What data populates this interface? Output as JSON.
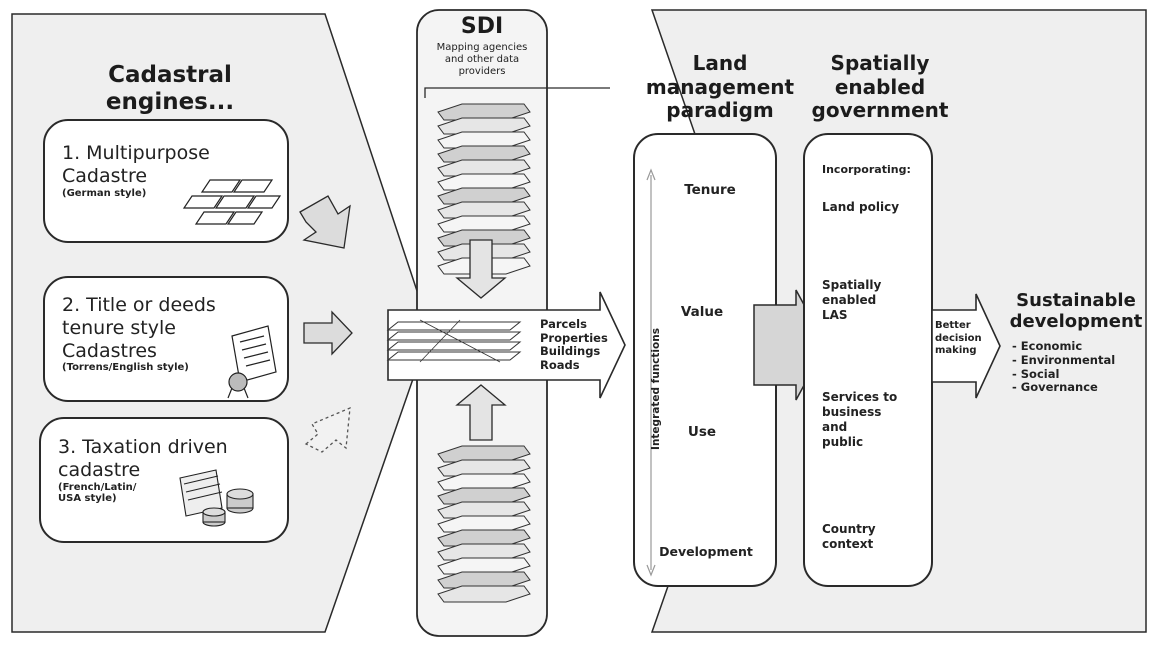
{
  "cadastral_engines": {
    "heading_line1": "Cadastral",
    "heading_line2": "engines...",
    "items": [
      {
        "title_line1": "1. Multipurpose",
        "title_line2": "Cadastre",
        "note": "(German style)"
      },
      {
        "title_line1": "2. Title or deeds",
        "title_line2": "tenure style",
        "title_line3": "Cadastres",
        "note": "(Torrens/English style)"
      },
      {
        "title_line1": "3. Taxation driven",
        "title_line2": "cadastre",
        "note_line1": "(French/Latin/",
        "note_line2": "USA style)"
      }
    ]
  },
  "sdi": {
    "title": "SDI",
    "subtitle_line1": "Mapping agencies",
    "subtitle_line2": "and other data",
    "subtitle_line3": "providers",
    "layers": [
      "Parcels",
      "Properties",
      "Buildings",
      "Roads"
    ]
  },
  "land_management": {
    "heading_line1": "Land",
    "heading_line2": "management",
    "heading_line3": "paradigm",
    "axis_label": "Integrated functions",
    "functions": [
      "Tenure",
      "Value",
      "Use",
      "Development"
    ]
  },
  "spatially_enabled_government": {
    "heading_line1": "Spatially",
    "heading_line2": "enabled",
    "heading_line3": "government",
    "items": {
      "incorporating": "Incorporating:",
      "land_policy": "Land policy",
      "las_line1": "Spatially",
      "las_line2": "enabled",
      "las_line3": "LAS",
      "services_line1": "Services to",
      "services_line2": "business",
      "services_line3": "and",
      "services_line4": "public",
      "country_line1": "Country",
      "country_line2": "context"
    }
  },
  "better_decision": {
    "line1": "Better",
    "line2": "decision",
    "line3": "making"
  },
  "sustainable_development": {
    "heading_line1": "Sustainable",
    "heading_line2": "development",
    "items": [
      "- Economic",
      "- Environmental",
      "- Social",
      "- Governance"
    ]
  },
  "colors": {
    "panel_fill": "#efefef",
    "outline": "#2a2a2a",
    "arrow_fill": "#d9d9d9"
  }
}
